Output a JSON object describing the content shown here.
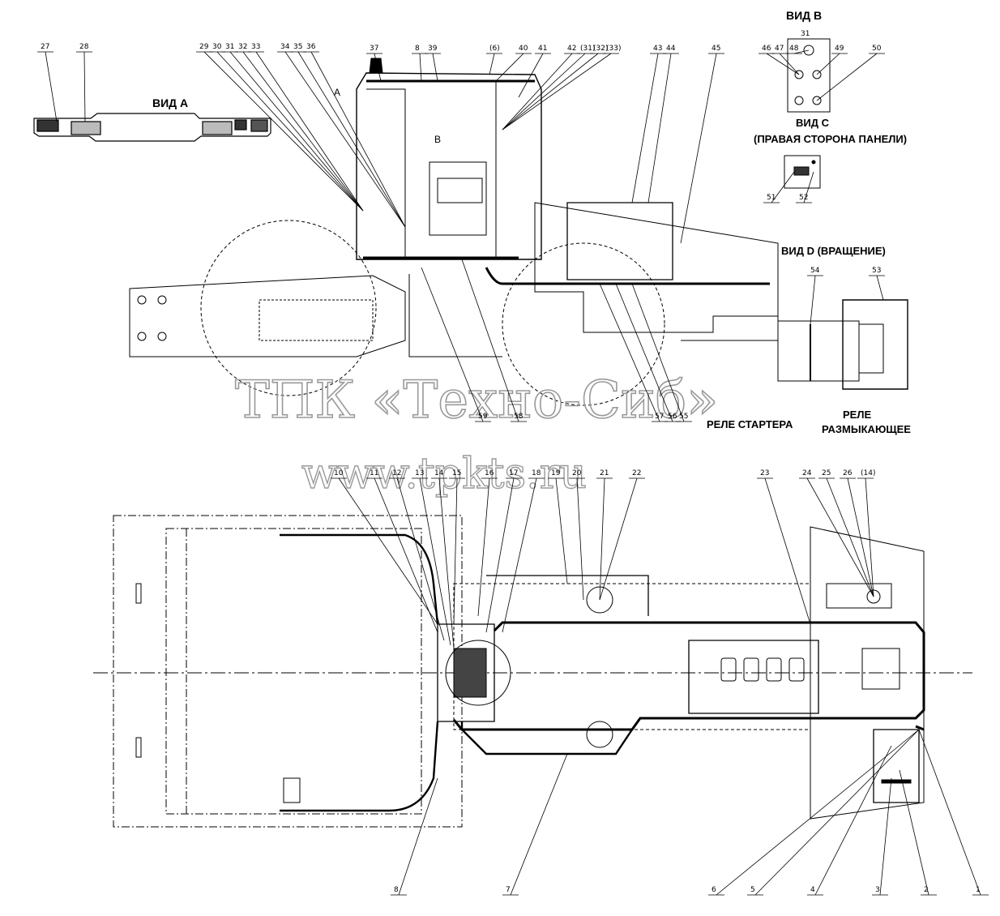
{
  "views": {
    "view_a": "ВИД А",
    "view_b": "ВИД B",
    "view_b_num": "31",
    "view_c": "ВИД C",
    "view_c_sub": "(ПРАВАЯ СТОРОНА ПАНЕЛИ)",
    "view_d": "ВИД D (ВРАЩЕНИЕ)"
  },
  "labels": {
    "starter_relay": "РЕЛЕ СТАРТЕРА",
    "breaking_relay_1": "РЕЛЕ",
    "breaking_relay_2": "РАЗМЫКАЮЩЕЕ",
    "arrow_a": "A",
    "arrow_b": "B"
  },
  "watermark": {
    "line1": "ТПК «Техно-Сиб»",
    "line2": "www.tpkts.ru"
  },
  "callouts_top": [
    "27",
    "28",
    "29",
    "30",
    "31",
    "32",
    "33",
    "34",
    "35",
    "36",
    "37",
    "8",
    "39",
    "(6)",
    "40",
    "41",
    "42",
    "(31)",
    "(32)",
    "(33)",
    "43",
    "44",
    "45",
    "46",
    "47",
    "48",
    "49",
    "50",
    "51",
    "52",
    "53",
    "54",
    "55",
    "56",
    "57",
    "58",
    "59"
  ],
  "callouts_bottom": [
    "10",
    "11",
    "12",
    "13",
    "14",
    "15",
    "16",
    "17",
    "18",
    "19",
    "20",
    "21",
    "22",
    "23",
    "24",
    "25",
    "26",
    "(14)",
    "1",
    "2",
    "3",
    "4",
    "5",
    "6",
    "7",
    "8"
  ]
}
